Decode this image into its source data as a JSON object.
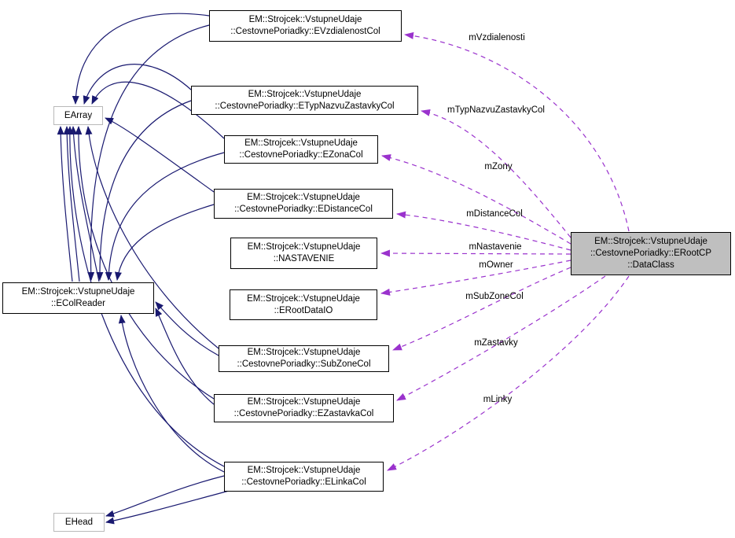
{
  "diagram_type": "collaboration-graph",
  "colors": {
    "inheritance_edge": "#191970",
    "usage_edge": "#9a32cd",
    "node_fill": "#ffffff",
    "highlight_node_fill": "#bfbfbf",
    "node_border": "#000000",
    "external_node_border": "#b9b9b9",
    "text": "#000000"
  },
  "nodes": {
    "earray": {
      "line1": "EArray"
    },
    "ecolreader": {
      "line1": "EM::Strojcek::VstupneUdaje",
      "line2": "::EColReader"
    },
    "ehead": {
      "line1": "EHead"
    },
    "evzdialenostcol": {
      "line1": "EM::Strojcek::VstupneUdaje",
      "line2": "::CestovnePoriadky::EVzdialenostCol"
    },
    "etypnazvuzastavkycol": {
      "line1": "EM::Strojcek::VstupneUdaje",
      "line2": "::CestovnePoriadky::ETypNazvuZastavkyCol"
    },
    "ezonacol": {
      "line1": "EM::Strojcek::VstupneUdaje",
      "line2": "::CestovnePoriadky::EZonaCol"
    },
    "edistancecol": {
      "line1": "EM::Strojcek::VstupneUdaje",
      "line2": "::CestovnePoriadky::EDistanceCol"
    },
    "nastavenie": {
      "line1": "EM::Strojcek::VstupneUdaje",
      "line2": "::NASTAVENIE"
    },
    "erootdataio": {
      "line1": "EM::Strojcek::VstupneUdaje",
      "line2": "::ERootDataIO"
    },
    "subzonecol": {
      "line1": "EM::Strojcek::VstupneUdaje",
      "line2": "::CestovnePoriadky::SubZoneCol"
    },
    "ezastavkacol": {
      "line1": "EM::Strojcek::VstupneUdaje",
      "line2": "::CestovnePoriadky::EZastavkaCol"
    },
    "elinkacol": {
      "line1": "EM::Strojcek::VstupneUdaje",
      "line2": "::CestovnePoriadky::ELinkaCol"
    },
    "dataclass": {
      "line1": "EM::Strojcek::VstupneUdaje",
      "line2": "::CestovnePoriadky::ERootCP",
      "line3": "::DataClass"
    }
  },
  "edge_labels": [
    {
      "text": "mVzdialenosti",
      "from": "dataclass",
      "to": "evzdialenostcol"
    },
    {
      "text": "mTypNazvuZastavkyCol",
      "from": "dataclass",
      "to": "etypnazvuzastavkycol"
    },
    {
      "text": "mZony",
      "from": "dataclass",
      "to": "ezonacol"
    },
    {
      "text": "mDistanceCol",
      "from": "dataclass",
      "to": "edistancecol"
    },
    {
      "text": "mNastavenie",
      "from": "dataclass",
      "to": "nastavenie"
    },
    {
      "text": "mOwner",
      "from": "dataclass",
      "to": "erootdataio"
    },
    {
      "text": "mSubZoneCol",
      "from": "dataclass",
      "to": "subzonecol"
    },
    {
      "text": "mZastavky",
      "from": "dataclass",
      "to": "ezastavkacol"
    },
    {
      "text": "mLinky",
      "from": "dataclass",
      "to": "elinkacol"
    }
  ]
}
